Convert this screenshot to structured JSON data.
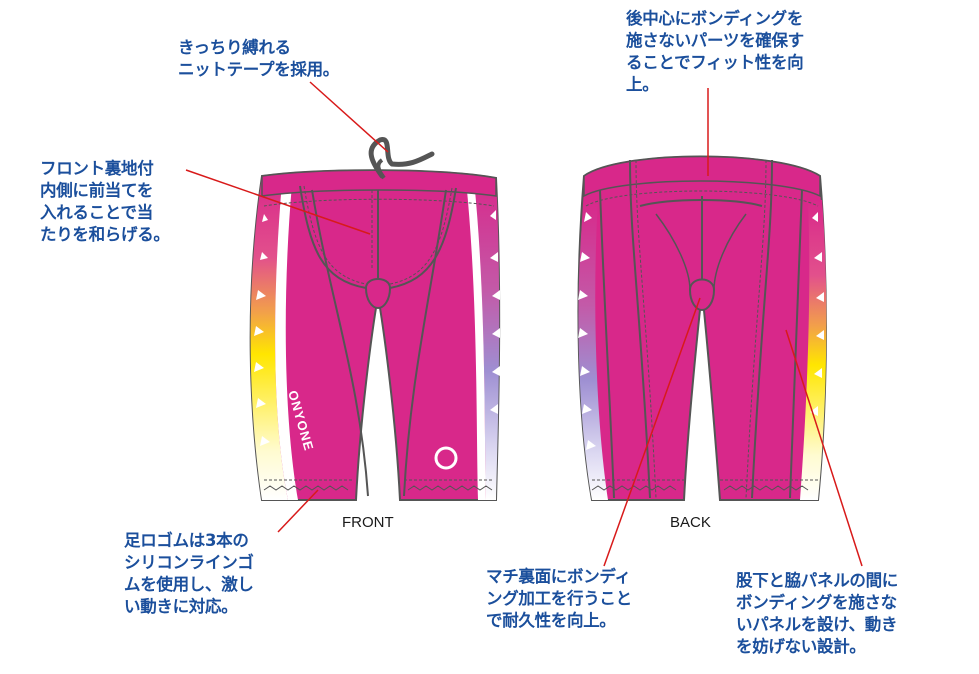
{
  "colors": {
    "shorts": "#d8288a",
    "seam": "#555555",
    "leader": "#d81a1a",
    "note_text": "#1b4f9c",
    "logo": "#ffffff"
  },
  "views": {
    "front": "FRONT",
    "back": "BACK"
  },
  "logo": {
    "brand": "ONYONE"
  },
  "annotations": [
    {
      "id": "knit-tape",
      "text": "きっちり縛れる\nニットテープを採用。"
    },
    {
      "id": "front-liner",
      "text": "フロント裏地付\n内側に前当てを\n入れることで当\nたりを和らげる。"
    },
    {
      "id": "back-center",
      "text": "後中心にボンディングを\n施さないパーツを確保す\nることでフィット性を向\n上。"
    },
    {
      "id": "leg-gripper",
      "text": "足ロゴムは3本の\nシリコンラインゴ\nムを使用し、激し\nい動きに対応。"
    },
    {
      "id": "gusset",
      "text": "マチ裏面にボンディ\nング加工を行うこと\nで耐久性を向上。"
    },
    {
      "id": "side-panel",
      "text": "股下と脇パネルの間に\nボンディングを施さな\nいパネルを設け、動き\nを妨げない設計。"
    }
  ]
}
